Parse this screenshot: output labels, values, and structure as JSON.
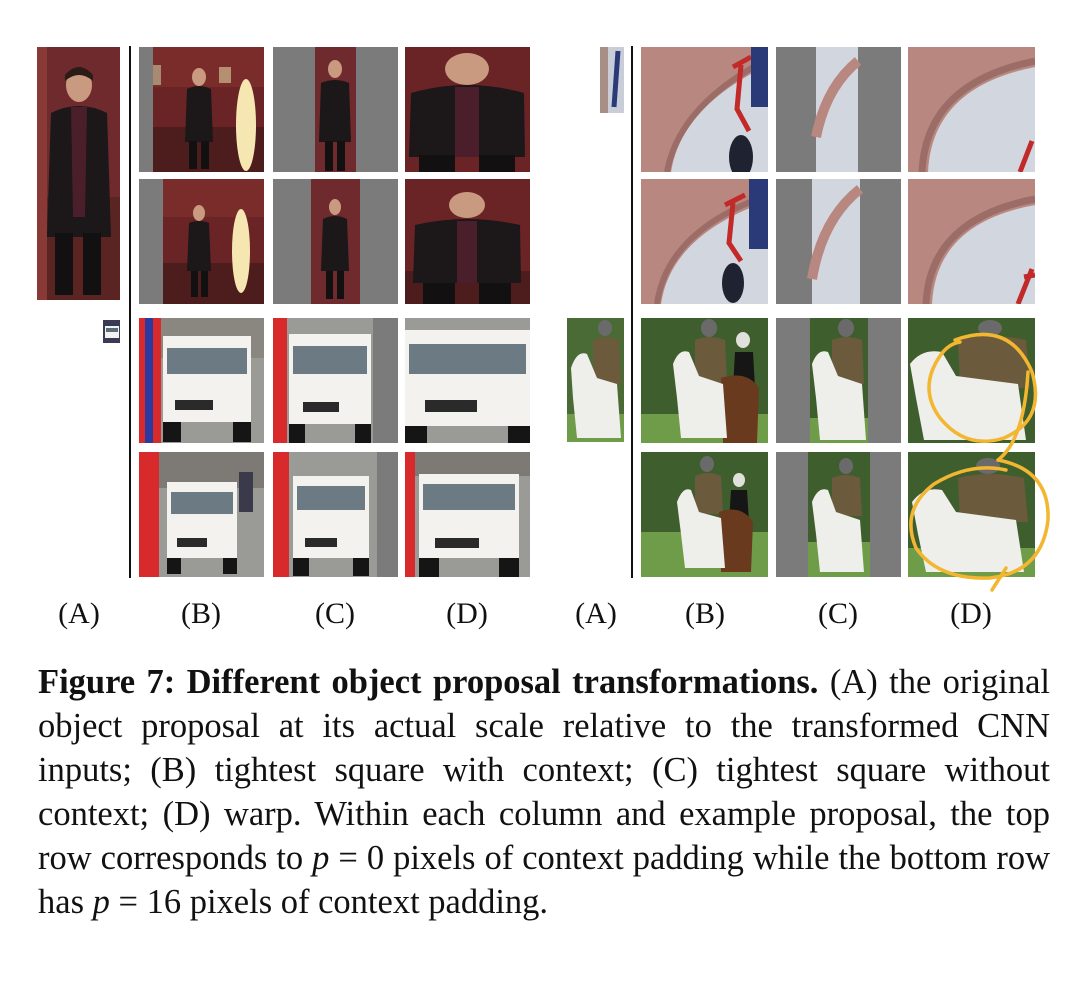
{
  "figure": {
    "columns_left": [
      "(A)",
      "(B)",
      "(C)",
      "(D)"
    ],
    "columns_right": [
      "(A)",
      "(B)",
      "(C)",
      "(D)"
    ],
    "caption": {
      "bold": "Figure 7: Different object proposal transformations.",
      "part1": " (A) the original object proposal at its actual scale relative to the transformed CNN inputs; (B) tightest square with context; (C) tightest square without context; (D) warp. Within each column and example proposal, the top row corresponds to ",
      "math_p1": "p",
      "eq1": " = 0",
      "part2": " pixels of context padding while the bottom row has ",
      "math_p2": "p",
      "eq2": " = 16",
      "part3": " pixels of context padding."
    }
  },
  "colors": {
    "gray_pad": "#7b7b7b",
    "annotation": "#f2b631"
  }
}
